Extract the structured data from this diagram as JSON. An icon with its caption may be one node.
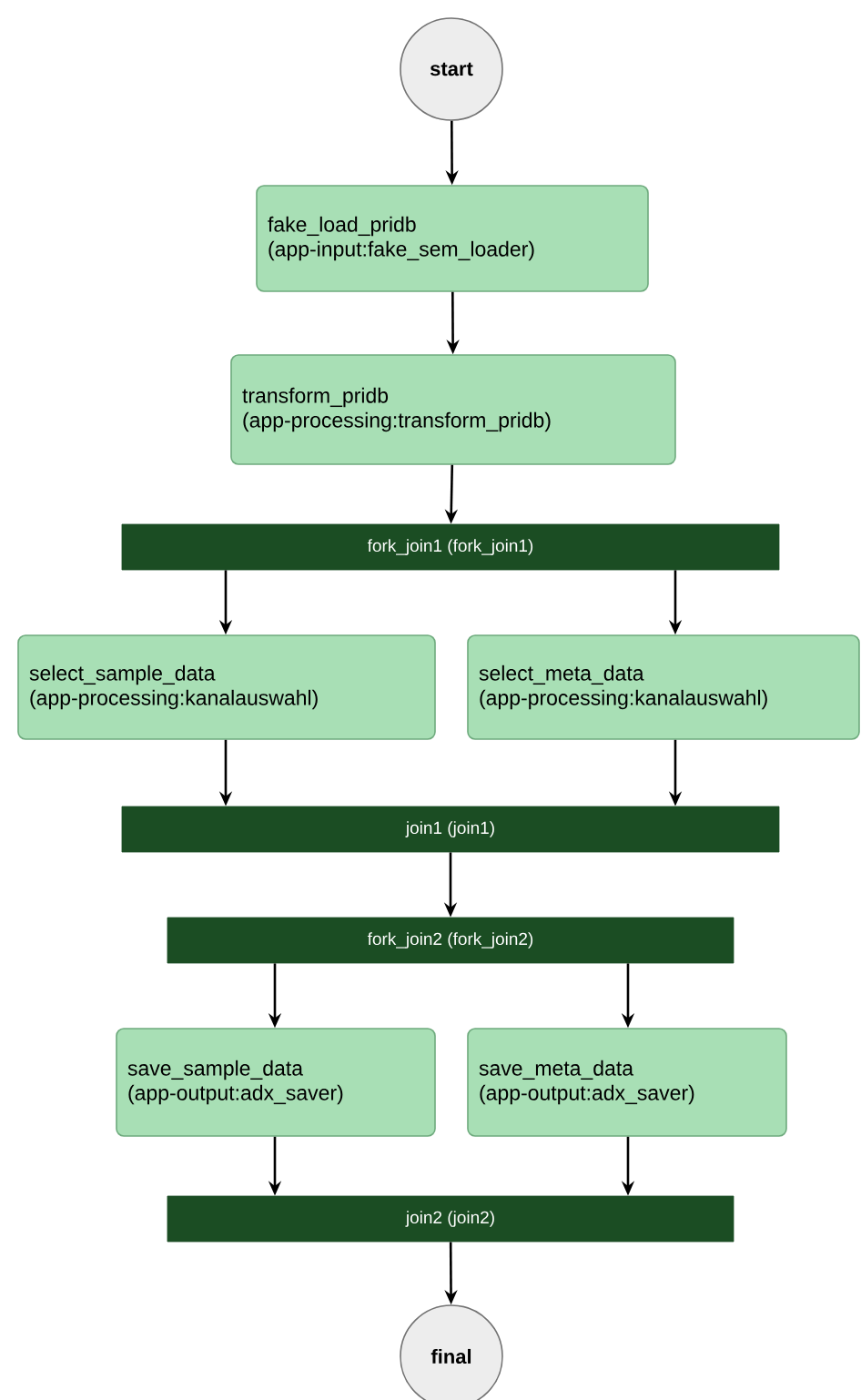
{
  "diagram": {
    "nodes": [
      {
        "text": [
          "start"
        ]
      },
      {
        "text": [
          "fake_load_pridb",
          "(app-input:fake_sem_loader)"
        ]
      },
      {
        "text": [
          "transform_pridb",
          "(app-processing:transform_pridb)"
        ]
      },
      {
        "text": [
          "fork_join1 (fork_join1)"
        ]
      },
      {
        "text": [
          "select_sample_data",
          "(app-processing:kanalauswahl)"
        ]
      },
      {
        "text": [
          "select_meta_data",
          "(app-processing:kanalauswahl)"
        ]
      },
      {
        "text": [
          "join1 (join1)"
        ]
      },
      {
        "text": [
          "fork_join2 (fork_join2)"
        ]
      },
      {
        "text": [
          "save_sample_data",
          "(app-output:adx_saver)"
        ]
      },
      {
        "text": [
          "save_meta_data",
          "(app-output:adx_saver)"
        ]
      },
      {
        "text": [
          "join2 (join2)"
        ]
      },
      {
        "text": [
          "final"
        ]
      }
    ],
    "edges": [
      {
        "from": 0,
        "to": 1,
        "arrow": "to"
      },
      {
        "from": 1,
        "to": 2,
        "arrow": "to"
      },
      {
        "from": 2,
        "to": 3,
        "arrow": "to"
      },
      {
        "from": 3,
        "to": 4,
        "arrow": "to"
      },
      {
        "from": 3,
        "to": 5,
        "arrow": "to"
      },
      {
        "from": 4,
        "to": 6,
        "arrow": "to"
      },
      {
        "from": 5,
        "to": 6,
        "arrow": "to"
      },
      {
        "from": 6,
        "to": 7,
        "arrow": "to"
      },
      {
        "from": 7,
        "to": 8,
        "arrow": "to"
      },
      {
        "from": 7,
        "to": 9,
        "arrow": "to"
      },
      {
        "from": 8,
        "to": 10,
        "arrow": "to"
      },
      {
        "from": 9,
        "to": 10,
        "arrow": "to"
      },
      {
        "from": 10,
        "to": 11,
        "arrow": "to"
      }
    ]
  }
}
